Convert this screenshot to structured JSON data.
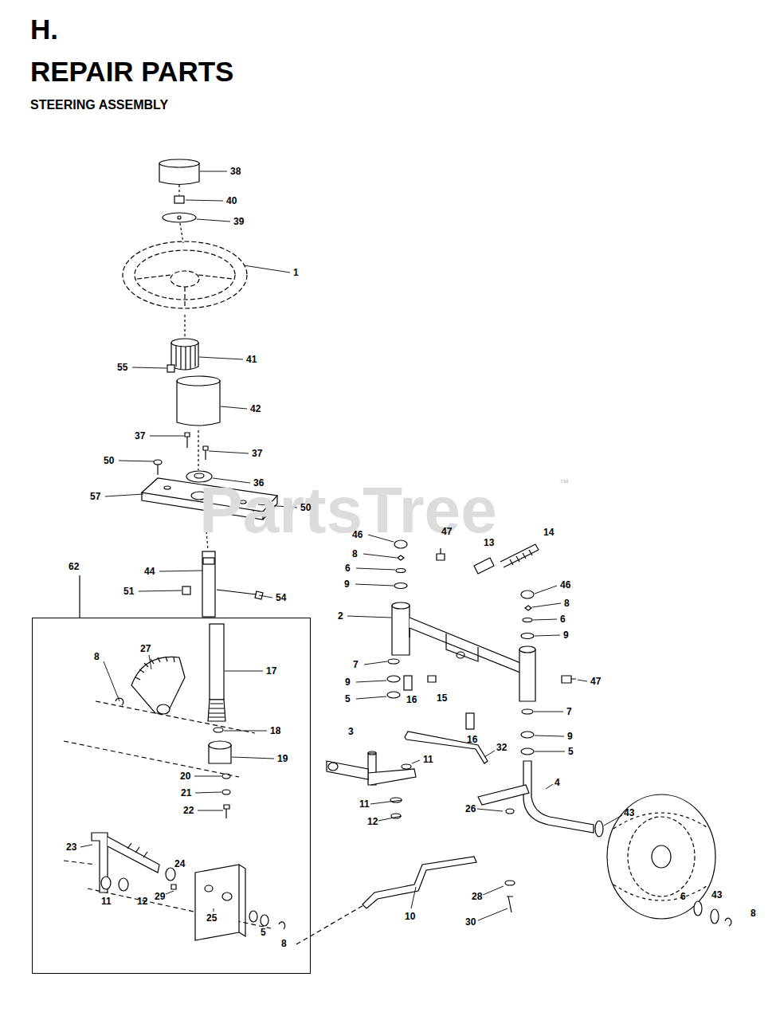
{
  "diagram": {
    "title": "REPAIR PARTS",
    "nodes": [
      {
        "text": [
          "62"
        ]
      }
    ],
    "labels": [
      "H.",
      "STEERING ASSEMBLY",
      "PartsTree",
      "™",
      "38",
      "40",
      "39",
      "1",
      "41",
      "55",
      "42",
      "37",
      "37",
      "50",
      "36",
      "57",
      "50",
      "44",
      "51",
      "54",
      "46",
      "8",
      "6",
      "9",
      "47",
      "14",
      "13",
      "46",
      "8",
      "6",
      "9",
      "2",
      "7",
      "9",
      "5",
      "16",
      "15",
      "47",
      "16",
      "7",
      "9",
      "5",
      "3",
      "32",
      "11",
      "11",
      "12",
      "26",
      "4",
      "43",
      "28",
      "30",
      "10",
      "6",
      "43",
      "8",
      "8",
      "27",
      "17",
      "18",
      "19",
      "20",
      "21",
      "22",
      "23",
      "11",
      "12",
      "24",
      "29",
      "25",
      "5",
      "8"
    ]
  }
}
